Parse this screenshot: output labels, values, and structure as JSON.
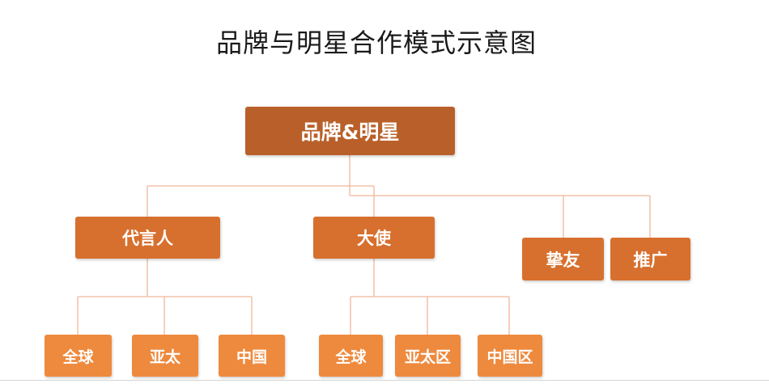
{
  "title": "品牌与明星合作模式示意图",
  "root": {
    "label": "品牌&明星"
  },
  "branches": [
    {
      "label": "代言人",
      "children": [
        "全球",
        "亚太",
        "中国"
      ]
    },
    {
      "label": "大使",
      "children": [
        "全球",
        "亚太区",
        "中国区"
      ]
    },
    {
      "label": "挚友",
      "children": []
    },
    {
      "label": "推广",
      "children": []
    }
  ],
  "colors": {
    "root": "#b9602a",
    "level1": "#d7702e",
    "level2": "#ee8a3e",
    "connector": "#f0b79a",
    "title": "#1a1a1a"
  }
}
